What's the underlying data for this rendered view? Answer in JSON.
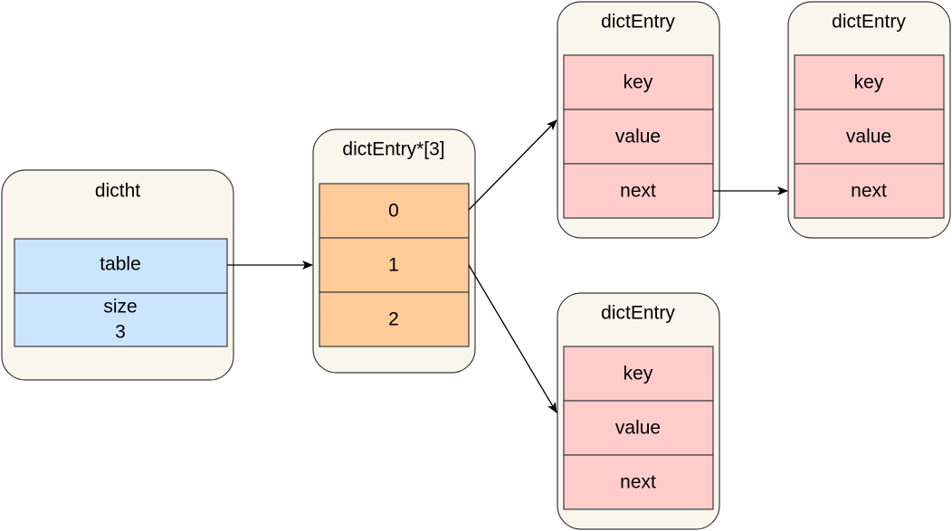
{
  "dictht": {
    "title": "dictht",
    "fields": [
      "table",
      "size"
    ],
    "size_value": "3"
  },
  "bucket_array": {
    "title": "dictEntry*[3]",
    "slots": [
      "0",
      "1",
      "2"
    ]
  },
  "entry_top": {
    "title": "dictEntry",
    "fields": [
      "key",
      "value",
      "next"
    ]
  },
  "entry_next": {
    "title": "dictEntry",
    "fields": [
      "key",
      "value",
      "next"
    ]
  },
  "entry_bottom": {
    "title": "dictEntry",
    "fields": [
      "key",
      "value",
      "next"
    ]
  },
  "edges": [
    {
      "from": "dictht.table",
      "to": "bucket_array"
    },
    {
      "from": "bucket_array.slot-0",
      "to": "entry_top"
    },
    {
      "from": "bucket_array.slot-1",
      "to": "entry_bottom"
    },
    {
      "from": "entry_top.next",
      "to": "entry_next"
    }
  ]
}
